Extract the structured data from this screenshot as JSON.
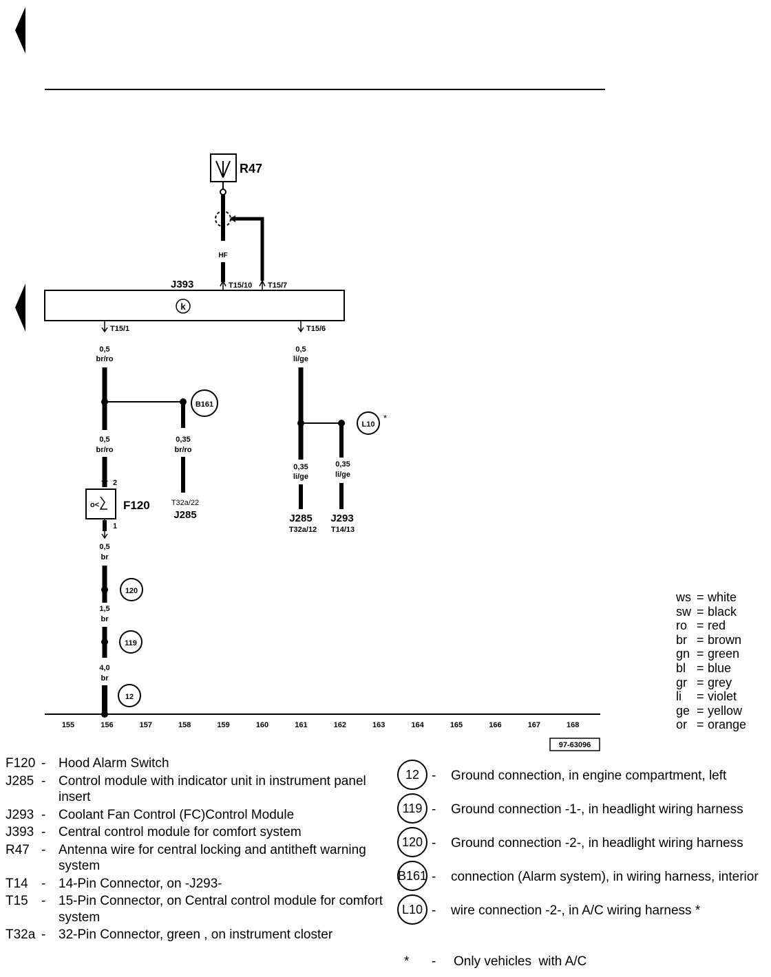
{
  "figure_id": "97-63096",
  "components": {
    "r47": "R47",
    "j393": "J393",
    "f120": "F120",
    "j285": "J285",
    "j293": "J293",
    "hf": "HF",
    "switch_inner": "o<"
  },
  "pins": {
    "t15_10": "T15/10",
    "t15_7": "T15/7",
    "t15_1": "T15/1",
    "t15_6": "T15/6",
    "t32a_22": "T32a/22",
    "t32a_12": "T32a/12",
    "t14_13": "T14/13",
    "f120_pin2": "2",
    "f120_pin1": "1"
  },
  "wires": [
    {
      "gauge": "0,5",
      "color": "br/ro"
    },
    {
      "gauge": "0,5",
      "color": "li/ge"
    },
    {
      "gauge": "0,5",
      "color": "br/ro"
    },
    {
      "gauge": "0,35",
      "color": "br/ro"
    },
    {
      "gauge": "0,35",
      "color": "li/ge"
    },
    {
      "gauge": "0,35",
      "color": "li/ge"
    },
    {
      "gauge": "0,5",
      "color": "br"
    },
    {
      "gauge": "1,5",
      "color": "br"
    },
    {
      "gauge": "4,0",
      "color": "br"
    }
  ],
  "connection_bubbles": [
    "B161",
    "L10",
    "120",
    "119",
    "12"
  ],
  "asterisk": "*",
  "ruler_numbers": [
    "155",
    "156",
    "157",
    "158",
    "159",
    "160",
    "161",
    "162",
    "163",
    "164",
    "165",
    "166",
    "167",
    "168"
  ],
  "color_legend": [
    {
      "code": "ws",
      "name": "white"
    },
    {
      "code": "sw",
      "name": "black"
    },
    {
      "code": "ro",
      "name": "red"
    },
    {
      "code": "br",
      "name": "brown"
    },
    {
      "code": "gn",
      "name": "green"
    },
    {
      "code": "bl",
      "name": "blue"
    },
    {
      "code": "gr",
      "name": "grey"
    },
    {
      "code": "li",
      "name": "violet"
    },
    {
      "code": "ge",
      "name": "yellow"
    },
    {
      "code": "or",
      "name": "orange"
    }
  ],
  "parts_legend": [
    {
      "code": "F120",
      "desc": "Hood Alarm Switch"
    },
    {
      "code": "J285",
      "desc": "Control module with indicator unit in instrument panel insert"
    },
    {
      "code": "J293",
      "desc": "Coolant Fan Control (FC)Control Module"
    },
    {
      "code": "J393",
      "desc": "Central control module for comfort system"
    },
    {
      "code": "R47",
      "desc": "Antenna wire for central locking and antitheft warning system"
    },
    {
      "code": "T14",
      "desc": "14-Pin Connector, on -J293-"
    },
    {
      "code": "T15",
      "desc": "15-Pin Connector, on Central control module for comfort system"
    },
    {
      "code": "T32a",
      "desc": "32-Pin Connector, green , on instrument closter"
    }
  ],
  "ground_legend": [
    {
      "code": "12",
      "desc": "Ground connection, in engine compartment, left"
    },
    {
      "code": "119",
      "desc": "Ground connection -1-, in headlight wiring harness"
    },
    {
      "code": "120",
      "desc": "Ground connection -2-, in headlight wiring harness"
    },
    {
      "code": "B161",
      "desc": "connection (Alarm system), in wiring harness, interior"
    },
    {
      "code": "L10",
      "desc": "wire connection -2-, in A/C wiring harness *"
    }
  ],
  "footnote": {
    "mark": "*",
    "desc": "Only vehicles  with A/C"
  }
}
